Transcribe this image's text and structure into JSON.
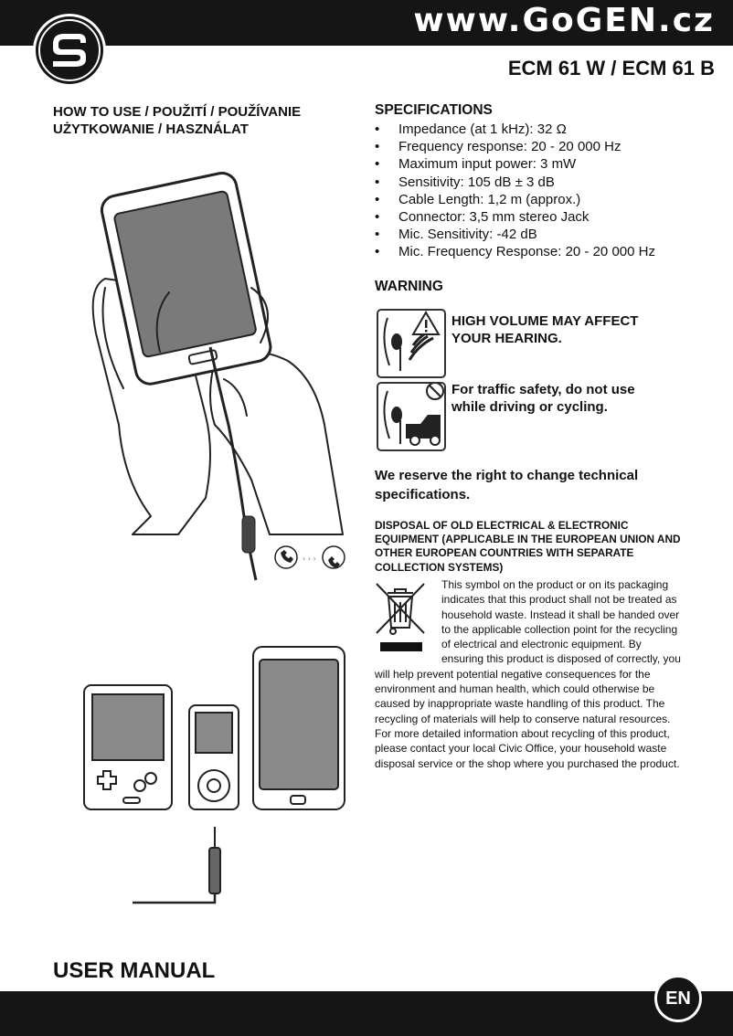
{
  "header": {
    "site": "www.GoGEN.cz",
    "model": "ECM 61 W / ECM 61 B"
  },
  "howto": {
    "line1": "HOW TO USE / POUŽITÍ / POUŽÍVANIE",
    "line2": "UŻYTKOWANIE / HASZNÁLAT"
  },
  "specs": {
    "title": "SPECIFICATIONS",
    "items": [
      "Impedance (at 1 kHz): 32 Ω",
      "Frequency response: 20 - 20 000 Hz",
      "Maximum input power: 3 mW",
      "Sensitivity: 105 dB ± 3 dB",
      "Cable Length: 1,2 m (approx.)",
      "Connector: 3,5 mm stereo Jack",
      "Mic. Sensitivity: -42 dB",
      "Mic. Frequency Response: 20 - 20 000 Hz"
    ]
  },
  "warning": {
    "title": "WARNING",
    "volume": {
      "line1": "HIGH VOLUME MAY AFFECT",
      "line2": "YOUR HEARING."
    },
    "traffic": {
      "line1": "For traffic safety, do not use",
      "line2": "while driving or cycling."
    }
  },
  "reserve": "We reserve the right to change technical specifications.",
  "disposal": {
    "title": "DISPOSAL OF OLD ELECTRICAL & ELECTRONIC EQUIPMENT (APPLICABLE IN THE EUROPEAN UNION AND OTHER EUROPEAN COUNTRIES WITH SEPARATE COLLECTION SYSTEMS)",
    "text": "This symbol on the product or on its packaging indicates that this product shall not be treated as household waste. Instead it shall be handed over to the applicable collection point for the recycling of electrical and electronic equipment.  By ensuring this product is disposed of correctly, you will help prevent potential negative consequences for the environment and human health, which could otherwise be caused by inappropriate waste handling of this product. The recycling of materials will help to conserve natural resources. For more detailed information about recycling of this product, please contact your local Civic Office, your household waste disposal service or the shop where you purchased the product."
  },
  "footer": {
    "manual": "USER MANUAL",
    "lang": "EN"
  },
  "colors": {
    "bar": "#151515",
    "text": "#111111"
  }
}
